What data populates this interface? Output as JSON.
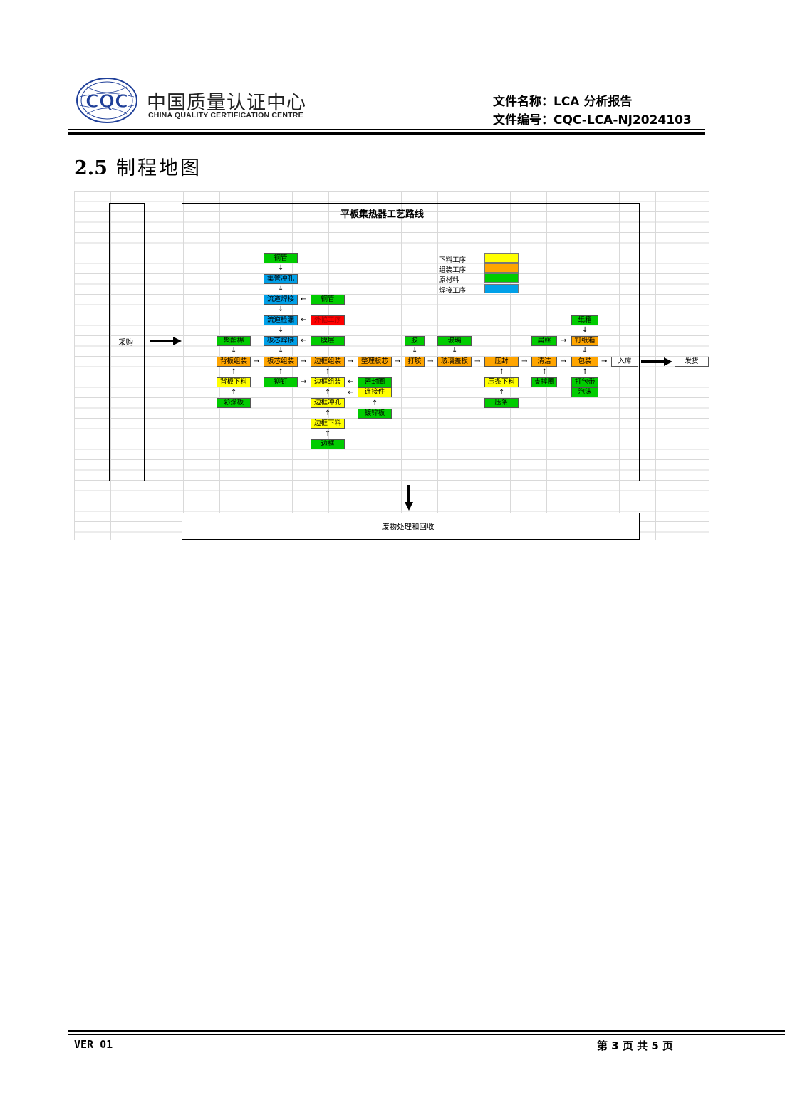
{
  "header": {
    "logo_text": "CQC",
    "org_cn": "中国质量认证中心",
    "org_en": "CHINA QUALITY CERTIFICATION CENTRE",
    "doc_name": "文件名称：LCA 分析报告",
    "doc_code": "文件编号：CQC-LCA-NJ2024103"
  },
  "section": {
    "number": "2.5",
    "title": "制程地图"
  },
  "diagram": {
    "title": "平板集热器工艺路线",
    "procure": "采购",
    "store": "入库",
    "ship": "发货",
    "waste": "废物处理和回收",
    "legend": [
      {
        "label": "下料工序",
        "color": "#ffff00"
      },
      {
        "label": "组装工序",
        "color": "#ffa500"
      },
      {
        "label": "原材料",
        "color": "#00cc00"
      },
      {
        "label": "焊接工序",
        "color": "#00a0e8"
      }
    ],
    "nodes": {
      "copper_tube_top": "铜管",
      "header_punch": "集管冲孔",
      "channel_weld": "流道焊接",
      "copper_tube_side": "铜管",
      "channel_leak": "流道检漏",
      "outsource": "外協工序",
      "polyurethane": "聚酯棉",
      "core_weld": "板芯焊接",
      "film": "膜层",
      "glue": "胶",
      "glass": "玻璃",
      "flat_wire": "扁丝",
      "carton": "纸箱",
      "back_asm": "背板组装",
      "core_asm": "板芯组装",
      "frame_asm1": "边框组装",
      "core_trim": "整理板芯",
      "gluing": "打胶",
      "glass_cover": "玻璃盖板",
      "press_seal": "压封",
      "clean": "清洁",
      "pack": "包装",
      "nail_carton": "钉纸箱",
      "back_cut": "背板下料",
      "rivet": "铆钉",
      "frame_asm2": "边框组装",
      "seal_ring": "密封圈",
      "connector": "连接件",
      "strip_cut": "压条下料",
      "support_ring": "支撑圈",
      "strap": "打包带",
      "foam": "泡沫",
      "color_plate": "彩涂板",
      "frame_punch": "边框冲孔",
      "galv_plate": "镀锌板",
      "strip": "压条",
      "frame_cut": "边框下料",
      "frame": "边框"
    }
  },
  "footer": {
    "version": "VER 01",
    "page": "第 3 页 共 5 页"
  }
}
